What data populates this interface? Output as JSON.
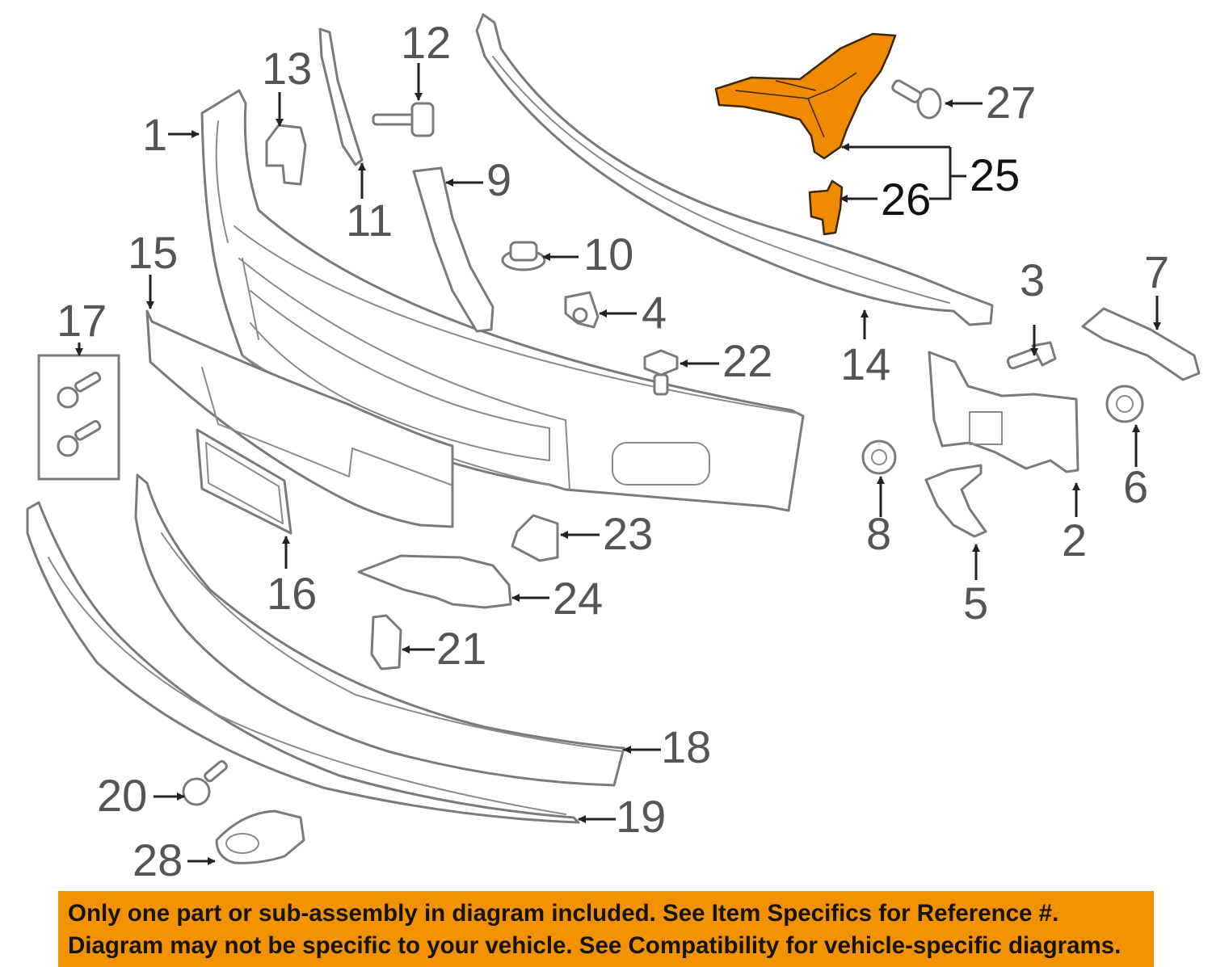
{
  "callouts": {
    "c1": "1",
    "c2": "2",
    "c3": "3",
    "c4": "4",
    "c5": "5",
    "c6": "6",
    "c7": "7",
    "c8": "8",
    "c9": "9",
    "c10": "10",
    "c11": "11",
    "c12": "12",
    "c13": "13",
    "c14": "14",
    "c15": "15",
    "c16": "16",
    "c17": "17",
    "c18": "18",
    "c19": "19",
    "c20": "20",
    "c21": "21",
    "c22": "22",
    "c23": "23",
    "c24": "24",
    "c25": "25",
    "c26": "26",
    "c27": "27",
    "c28": "28"
  },
  "highlighted_parts": [
    "25",
    "26"
  ],
  "colors": {
    "highlight": "#f08a00",
    "banner": "#f39200",
    "part_stroke": "#7a7a7a"
  },
  "disclaimer": {
    "line1": "Only one part or sub-assembly in diagram included. See Item Specifics for Reference #.",
    "line2": "Diagram may not be specific to your vehicle. See Compatibility for vehicle-specific diagrams."
  }
}
